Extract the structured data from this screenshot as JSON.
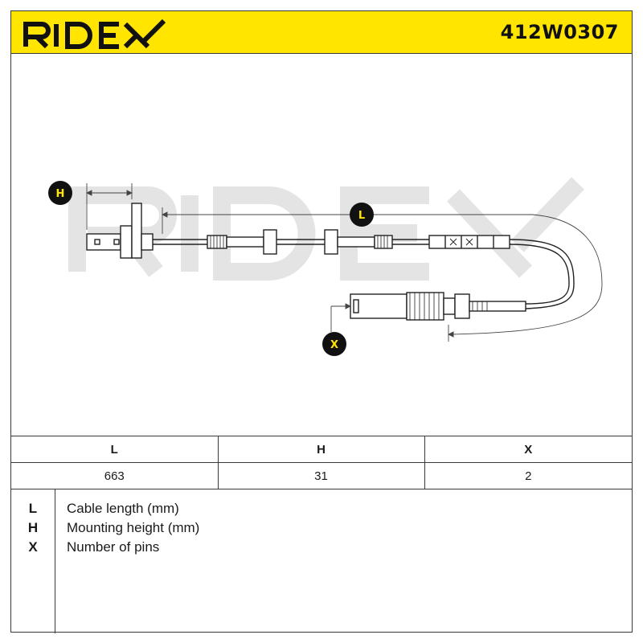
{
  "header": {
    "brand": "RIDEX",
    "part_number": "412W0307",
    "accent_color": "#ffe500"
  },
  "drawing": {
    "labels": {
      "h": "H",
      "l": "L",
      "x": "X"
    }
  },
  "table": {
    "headers": [
      "L",
      "H",
      "X"
    ],
    "values": [
      "663",
      "31",
      "2"
    ]
  },
  "legend": {
    "items": [
      {
        "key": "L",
        "text": "Cable length (mm)"
      },
      {
        "key": "H",
        "text": "Mounting height (mm)"
      },
      {
        "key": "X",
        "text": "Number of pins"
      }
    ]
  }
}
